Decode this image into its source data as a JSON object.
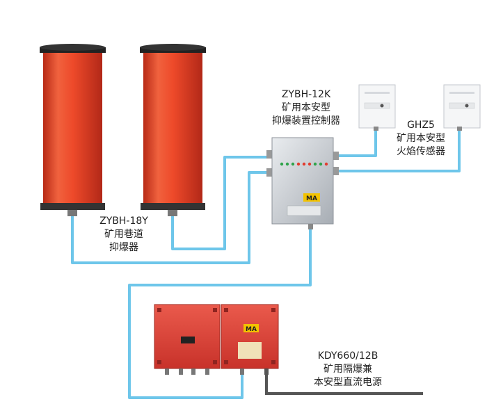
{
  "suppressor": {
    "model": "ZYBH-18Y",
    "line1": "矿用巷道",
    "line2": "抑爆器"
  },
  "controller": {
    "model": "ZYBH-12K",
    "line1": "矿用本安型",
    "line2": "抑爆装置控制器",
    "badge": "MA"
  },
  "sensor": {
    "model": "GHZ5",
    "line1": "矿用本安型",
    "line2": "火焰传感器"
  },
  "power": {
    "model": "KDY660/12B",
    "line1": "矿用隔爆兼",
    "line2": "本安型直流电源",
    "badge": "MA"
  },
  "colors": {
    "cable": "#6ec6ea",
    "power_line": "#555555",
    "cylinder": "#e8432a",
    "enclosure": "#e0403a"
  }
}
